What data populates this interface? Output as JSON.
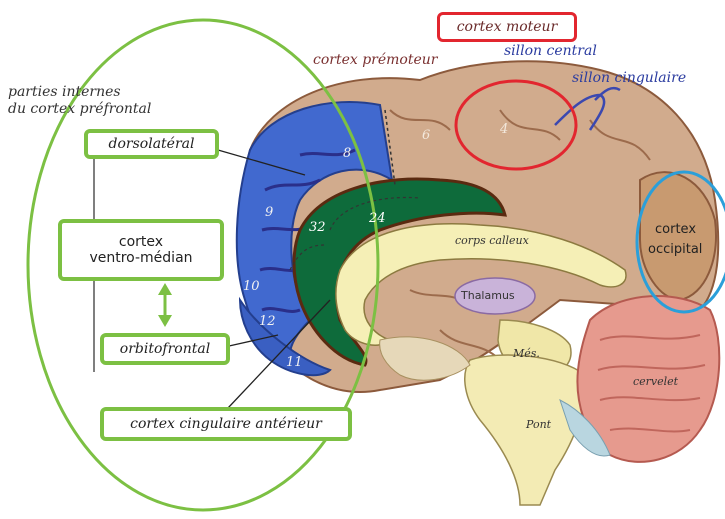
{
  "title_line1": "parties internes",
  "title_line2": "du cortex préfrontal",
  "labels": {
    "dorsolateral": "dorsolatéral",
    "ventromedian_1": "cortex",
    "ventromedian_2": "ventro-médian",
    "orbitofrontal": "orbitofrontal",
    "cingulaire_anterieur": "cortex cingulaire antérieur",
    "cortex_moteur": "cortex moteur",
    "cortex_premoteur": "cortex prémoteur",
    "sillon_central": "sillon central",
    "sillon_cingulaire": "sillon cingulaire",
    "occipital_1": "cortex",
    "occipital_2": "occipital",
    "corps_calleux": "corps calleux",
    "thalamus": "Thalamus",
    "mes": "Més.",
    "pont": "Pont",
    "cervelet": "cervelet"
  },
  "areas": {
    "a8": "8",
    "a9": "9",
    "a10": "10",
    "a12": "12",
    "a11": "11",
    "a32": "32",
    "a24": "24",
    "a6": "6",
    "a4": "4"
  },
  "colors": {
    "highlight_green": "#7cc043",
    "motor_red": "#e2262f",
    "occipital_blue": "#2b9fd9",
    "prefrontal_blue": "#3a64c8",
    "cingulate_green": "#0d6b3a",
    "brain_tan": "#cfa88b"
  }
}
